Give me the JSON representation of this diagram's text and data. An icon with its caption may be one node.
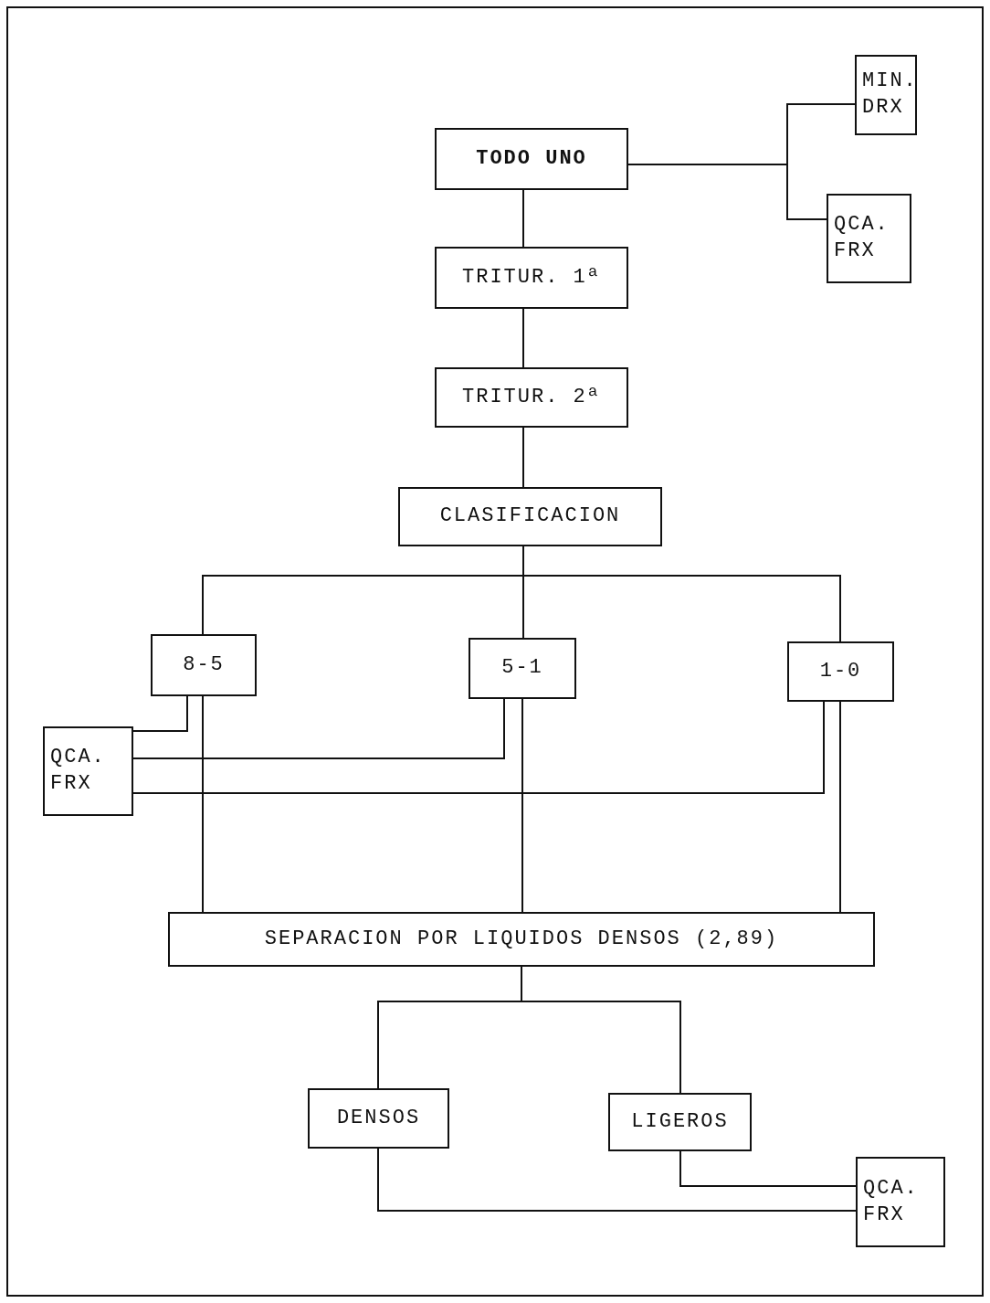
{
  "diagram": {
    "nodes": [
      {
        "text": [
          "TODO UNO"
        ]
      },
      {
        "text": [
          "MIN. DRX"
        ]
      },
      {
        "text": [
          "QCA. FRX"
        ]
      },
      {
        "text": [
          "TRITUR. 1ª"
        ]
      },
      {
        "text": [
          "TRITUR. 2ª"
        ]
      },
      {
        "text": [
          "CLASIFICACION"
        ]
      },
      {
        "text": [
          "8-5"
        ]
      },
      {
        "text": [
          "5-1"
        ]
      },
      {
        "text": [
          "1-0"
        ]
      },
      {
        "text": [
          "QCA. FRX"
        ]
      },
      {
        "text": [
          "SEPARACION POR LIQUIDOS DENSOS (2,89)"
        ]
      },
      {
        "text": [
          "DENSOS"
        ]
      },
      {
        "text": [
          "LIGEROS"
        ]
      },
      {
        "text": [
          "QCA. FRX"
        ]
      }
    ],
    "edges": [
      {
        "from": 0,
        "to": 1,
        "arrow": "none"
      },
      {
        "from": 0,
        "to": 2,
        "arrow": "none"
      },
      {
        "from": 0,
        "to": 3,
        "arrow": "none"
      },
      {
        "from": 3,
        "to": 4,
        "arrow": "none"
      },
      {
        "from": 4,
        "to": 5,
        "arrow": "none"
      },
      {
        "from": 5,
        "to": 6,
        "arrow": "none"
      },
      {
        "from": 5,
        "to": 7,
        "arrow": "none"
      },
      {
        "from": 5,
        "to": 8,
        "arrow": "none"
      },
      {
        "from": 6,
        "to": 9,
        "arrow": "none"
      },
      {
        "from": 7,
        "to": 9,
        "arrow": "none"
      },
      {
        "from": 8,
        "to": 9,
        "arrow": "none"
      },
      {
        "from": 6,
        "to": 10,
        "arrow": "none"
      },
      {
        "from": 7,
        "to": 10,
        "arrow": "none"
      },
      {
        "from": 8,
        "to": 10,
        "arrow": "none"
      },
      {
        "from": 10,
        "to": 11,
        "arrow": "none"
      },
      {
        "from": 10,
        "to": 12,
        "arrow": "none"
      },
      {
        "from": 12,
        "to": 13,
        "arrow": "none"
      },
      {
        "from": 11,
        "to": 13,
        "arrow": "none"
      }
    ]
  }
}
